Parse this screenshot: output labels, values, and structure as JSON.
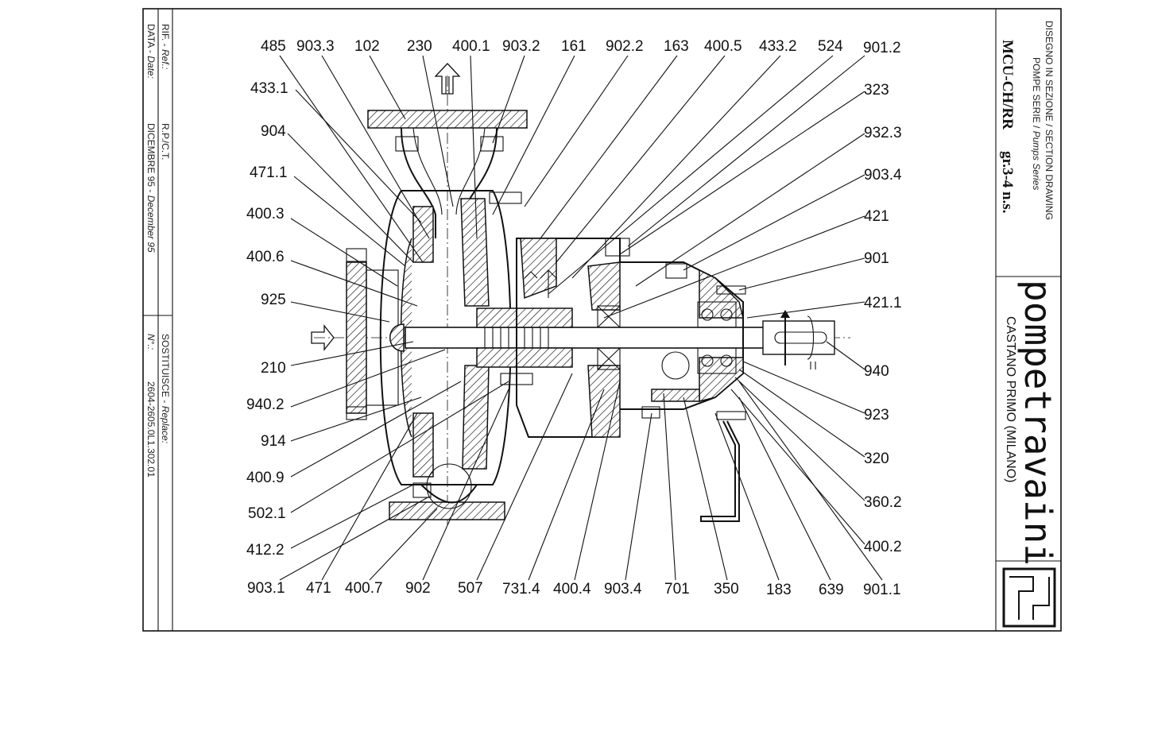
{
  "drawing": {
    "title_block": {
      "ref_label": "RIF. - ",
      "ref_label_en": "Ref.:",
      "ref_value": "R.P./C.T.",
      "date_label": "DATA - ",
      "date_label_en": "Date:",
      "date_value": "DICEMBRE 95 - ",
      "date_value_en": "December 95",
      "replace_label": "SOSTITUISCE - ",
      "replace_label_en": "Replace:",
      "number_label": "N°.:",
      "number_value": "2604-2605.0L1.302.01"
    },
    "header": {
      "line1_it": "DISEGNO IN SEZIONE / ",
      "line1_en": "SECTION DRAWING",
      "line2_it": "POMPE SERIE / ",
      "line2_en": "Pumps Series",
      "model": "MCU-CH/RR",
      "size": "gr.3-4 n.s."
    },
    "brand": {
      "name": "pompetravaini",
      "city": "CASTANO PRIMO  (MILANO)"
    },
    "labels": {
      "top": [
        "485",
        "903.3",
        "102",
        "230",
        "400.1",
        "903.2",
        "161",
        "902.2",
        "163",
        "400.5",
        "433.2",
        "524",
        "901.2"
      ],
      "left": [
        "433.1",
        "904",
        "471.1",
        "400.3",
        "400.6",
        "925",
        "210",
        "940.2",
        "914",
        "400.9",
        "502.1",
        "412.2"
      ],
      "right": [
        "323",
        "932.3",
        "903.4",
        "421",
        "901",
        "421.1",
        "940",
        "923",
        "320",
        "360.2",
        "400.2"
      ],
      "bottom": [
        "903.1",
        "471",
        "400.7",
        "902",
        "507",
        "731.4",
        "400.4",
        "903.4",
        "701",
        "350",
        "183",
        "639",
        "901.1"
      ]
    }
  }
}
